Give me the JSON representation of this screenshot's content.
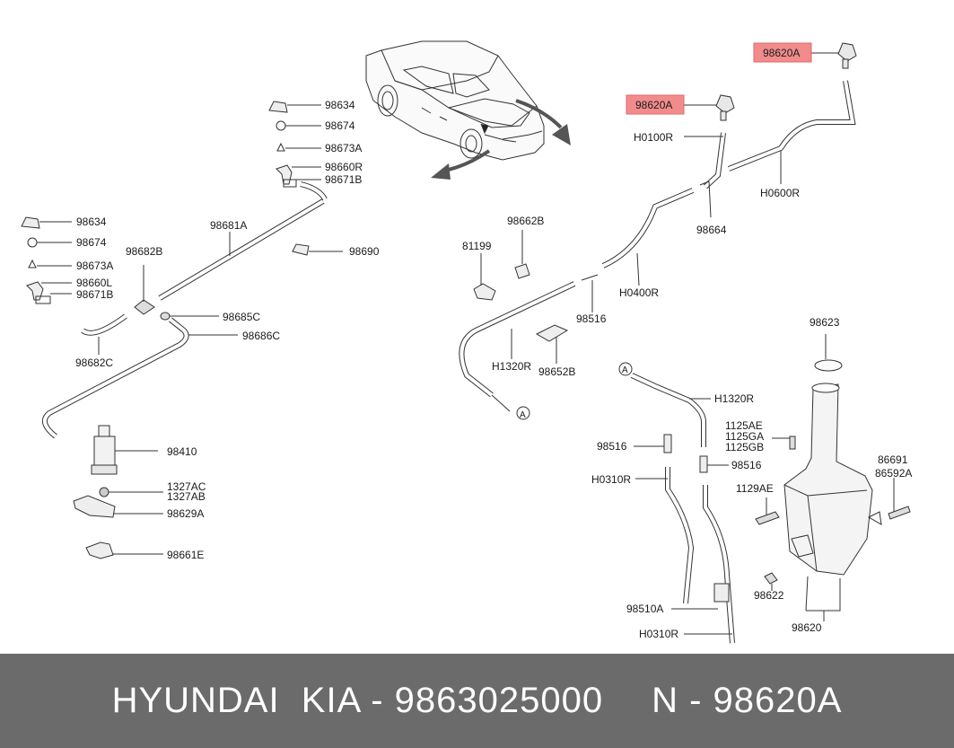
{
  "labels": {
    "l_98634_a": "98634",
    "l_98674_a": "98674",
    "l_98673A_a": "98673A",
    "l_98660R": "98660R",
    "l_98671B_a": "98671B",
    "l_98634_b": "98634",
    "l_98674_b": "98674",
    "l_98673A_b": "98673A",
    "l_98660L": "98660L",
    "l_98671B_b": "98671B",
    "l_98681A": "98681A",
    "l_98682B": "98682B",
    "l_98690": "98690",
    "l_98685C": "98685C",
    "l_98686C": "98686C",
    "l_98682C": "98682C",
    "l_98410": "98410",
    "l_1327AC": "1327AC",
    "l_1327AB": "1327AB",
    "l_98629A": "98629A",
    "l_98661E": "98661E",
    "l_98662B": "98662B",
    "l_81199": "81199",
    "l_98620A_1": "98620A",
    "l_98620A_2": "98620A",
    "l_H0100R": "H0100R",
    "l_H0600R": "H0600R",
    "l_98664": "98664",
    "l_H0400R": "H0400R",
    "l_98516_a": "98516",
    "l_H1320R_a": "H1320R",
    "l_98652B": "98652B",
    "l_A_1": "A",
    "l_A_2": "A",
    "l_H1320R_b": "H1320R",
    "l_98623": "98623",
    "l_1125AE": "1125AE",
    "l_1125GA": "1125GA",
    "l_1125GB": "1125GB",
    "l_98516_b": "98516",
    "l_98516_c": "98516",
    "l_H0310R_a": "H0310R",
    "l_1129AE": "1129AE",
    "l_86691": "86691",
    "l_86592A": "86592A",
    "l_98622": "98622",
    "l_98510A": "98510A",
    "l_98620": "98620",
    "l_H0310R_b": "H0310R"
  },
  "footer": {
    "brand": "HYUNDAI  KIA - 9863025000",
    "part": "N - 98620A"
  },
  "colors": {
    "highlight": "#f28c8c",
    "footer_bg": "#6b6b6b",
    "footer_text": "#ffffff"
  }
}
